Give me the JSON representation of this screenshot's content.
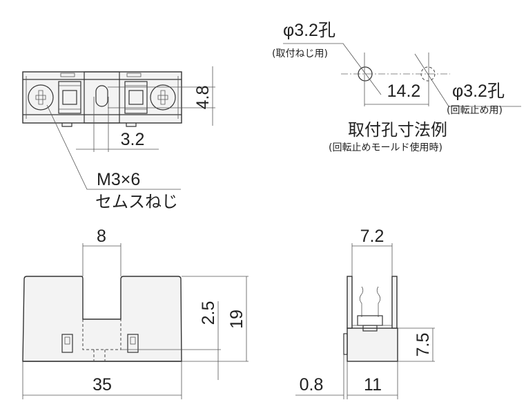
{
  "top_view": {
    "dim_height": "4.8",
    "dim_slot": "3.2",
    "screw_label": "M3×6",
    "screw_type": "セムスねじ"
  },
  "mounting": {
    "hole1_label": "φ3.2孔",
    "hole1_note": "(取付ねじ用)",
    "hole_pitch": "14.2",
    "hole2_label": "φ3.2孔",
    "hole2_note": "(回転止め用)",
    "title": "取付孔寸法例",
    "subtitle": "(回転止めモールド使用時)"
  },
  "front_view": {
    "dim_slot_width": "8",
    "dim_height": "19",
    "dim_offset": "2.5",
    "dim_length": "35"
  },
  "side_view": {
    "dim_inner": "7.2",
    "dim_base": "7.5",
    "dim_tab": "0.8",
    "dim_width": "11"
  },
  "colors": {
    "body_fill": "#f3f3f3",
    "line": "#333333"
  }
}
